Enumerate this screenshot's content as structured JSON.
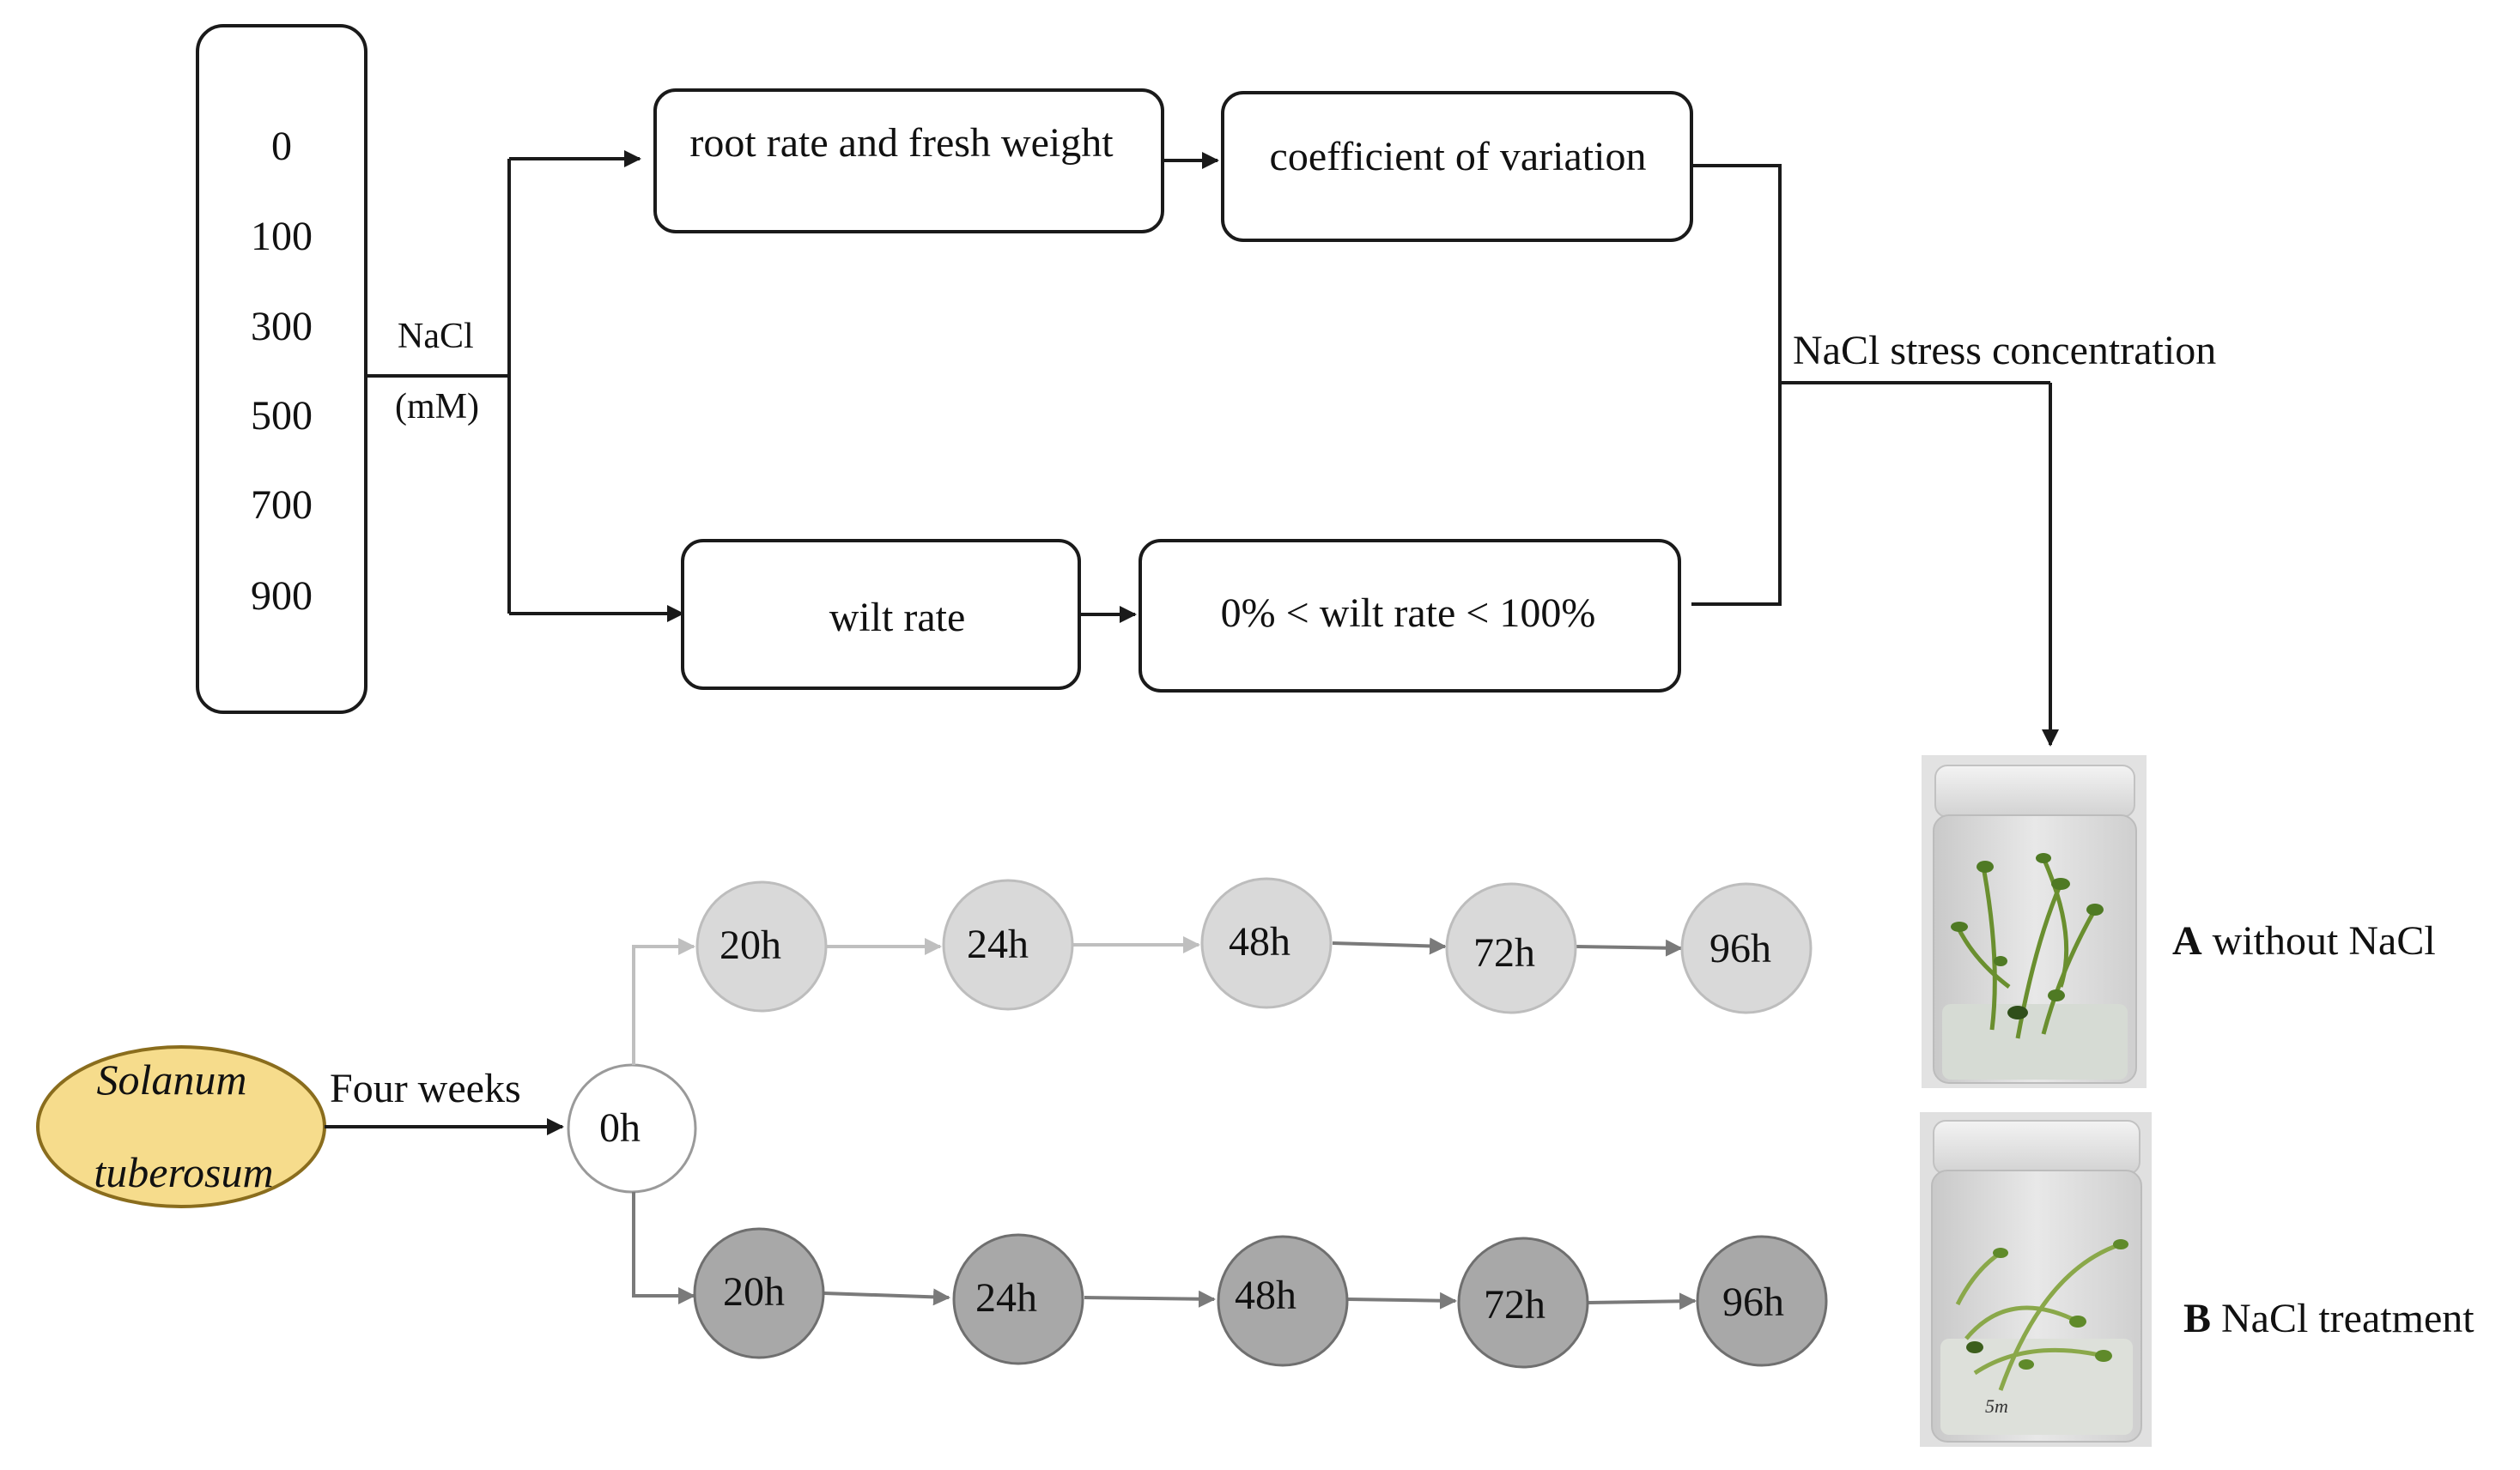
{
  "concentrations": [
    "0",
    "100",
    "300",
    "500",
    "700",
    "900"
  ],
  "nacl_label": "NaCl",
  "unit_label": "(mM)",
  "top_box_1": "root rate and fresh weight",
  "top_box_2": "coefficient of variation",
  "bottom_box_1": "wilt rate",
  "bottom_box_2": "0% < wilt rate < 100%",
  "stress_label": "NaCl stress concentration",
  "species_line1": "Solanum",
  "species_line2": "tuberosum",
  "duration_label": "Four weeks",
  "start_node": "0h",
  "control_timepoints": [
    "20h",
    "24h",
    "48h",
    "72h",
    "96h"
  ],
  "treatment_timepoints": [
    "20h",
    "24h",
    "48h",
    "72h",
    "96h"
  ],
  "photo_a": {
    "letter": "A",
    "text": " without NaCl"
  },
  "photo_b": {
    "letter": "B",
    "text": " NaCl treatment"
  },
  "photo_b_jar_text": "5m",
  "colors": {
    "species_fill": "#f6dc8c",
    "species_stroke": "#8a6d1d",
    "control_fill": "#d9d9d9",
    "control_stroke": "#bdbdbd",
    "treatment_fill": "#a8a8a8",
    "treatment_stroke": "#6f6f6f",
    "start_stroke": "#9a9a9a"
  }
}
